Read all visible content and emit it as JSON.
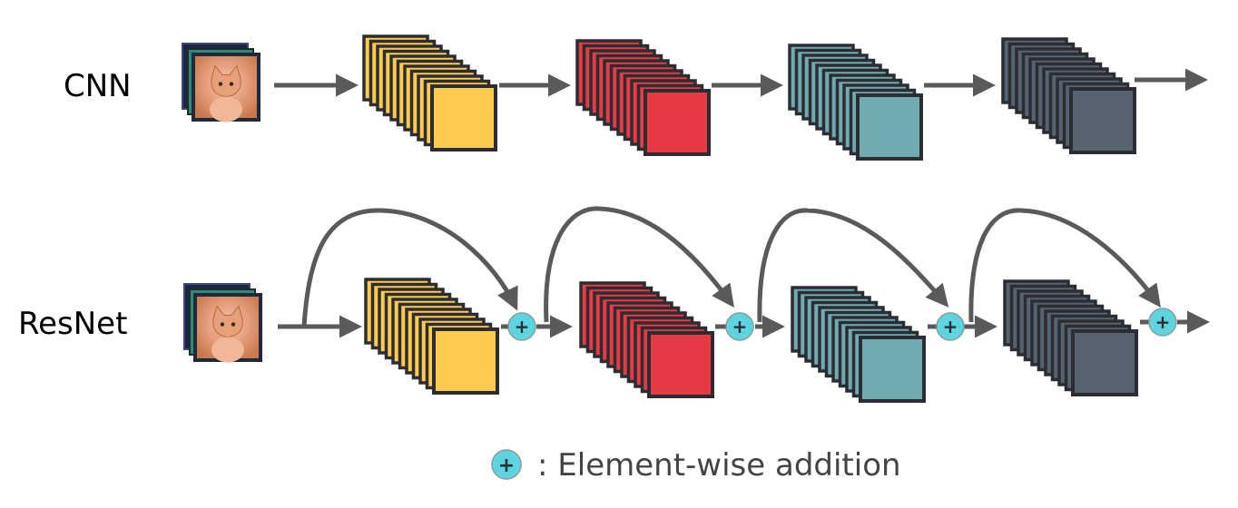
{
  "rows": {
    "cnn": {
      "label": "CNN"
    },
    "resnet": {
      "label": "ResNet"
    }
  },
  "blocks": {
    "colors": [
      "#FFCB4F",
      "#E63B44",
      "#6FABB1",
      "#57646F"
    ],
    "outline": "#2B2D33",
    "slices": 11
  },
  "arrow_color": "#5A5A5A",
  "plus_color": "#5DD4E0",
  "image_frame_colors": [
    "#22293A",
    "#2E8C76",
    "#1D2540"
  ],
  "legend": {
    "symbol": "+",
    "text": ": Element-wise addition"
  }
}
